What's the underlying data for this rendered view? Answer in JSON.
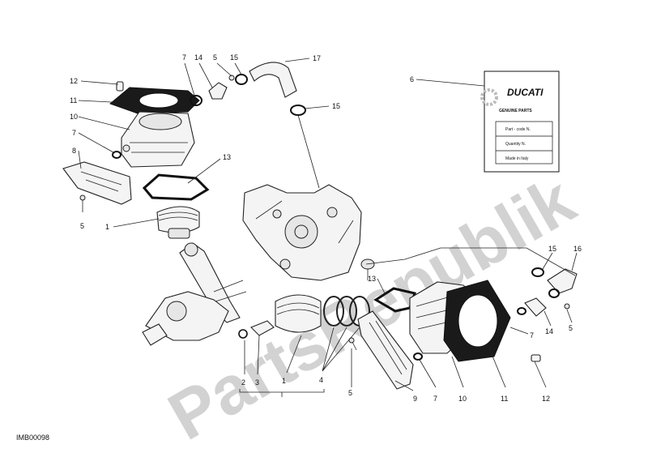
{
  "image_code": "IMB00098",
  "watermark": "PartsRepublik",
  "label": {
    "brand": "DUCATI",
    "subtitle": "GENUINE PARTS",
    "fields": [
      "Part - code N.",
      "Quantity N.",
      "Made in Italy"
    ]
  },
  "callouts": [
    "12",
    "11",
    "10",
    "7",
    "8",
    "5",
    "1",
    "7",
    "14",
    "5",
    "15",
    "17",
    "15",
    "13",
    "6",
    "13",
    "15",
    "16",
    "7",
    "14",
    "5",
    "2",
    "3",
    "1",
    "4",
    "5",
    "9",
    "7",
    "10",
    "11",
    "12"
  ]
}
